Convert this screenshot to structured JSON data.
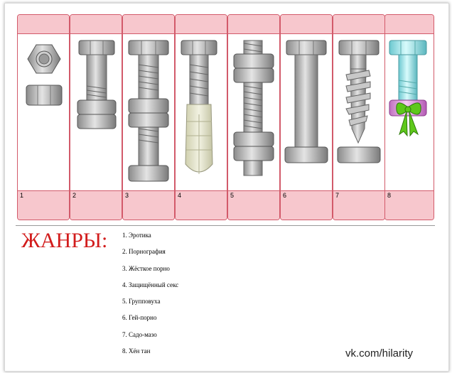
{
  "panels": [
    {
      "number": "1",
      "item": "nut-and-nut"
    },
    {
      "number": "2",
      "item": "bolt-short-with-two-nuts"
    },
    {
      "number": "3",
      "item": "bolt-long-with-nut-middle"
    },
    {
      "number": "4",
      "item": "bolt-with-wall-plug"
    },
    {
      "number": "5",
      "item": "threaded-rod-with-nuts"
    },
    {
      "number": "6",
      "item": "bolt-smooth-with-nut"
    },
    {
      "number": "7",
      "item": "self-drilling-screw-with-nut"
    },
    {
      "number": "8",
      "item": "blue-bolt-with-pink-nut-and-bow"
    }
  ],
  "heading": "ЖАНРЫ:",
  "genres": [
    "1. Эротика",
    "2. Порнография",
    "3. Жёсткое порно",
    "4. Защищённый секс",
    "5. Групповуха",
    "6. Гей-порно",
    "7. Садо-мазо",
    "8. Хён тан"
  ],
  "credit": "vk.com/hilarity",
  "colors": {
    "heading": "#d21c1c",
    "panel_band": "#f7c7cd",
    "panel_border": "#d25a6a",
    "metal": "#b9b9b9",
    "plug": "#e8e8d0",
    "blue_bolt": "#9de8ec",
    "pink_nut": "#e7a0e3",
    "bow": "#5ec81a"
  }
}
